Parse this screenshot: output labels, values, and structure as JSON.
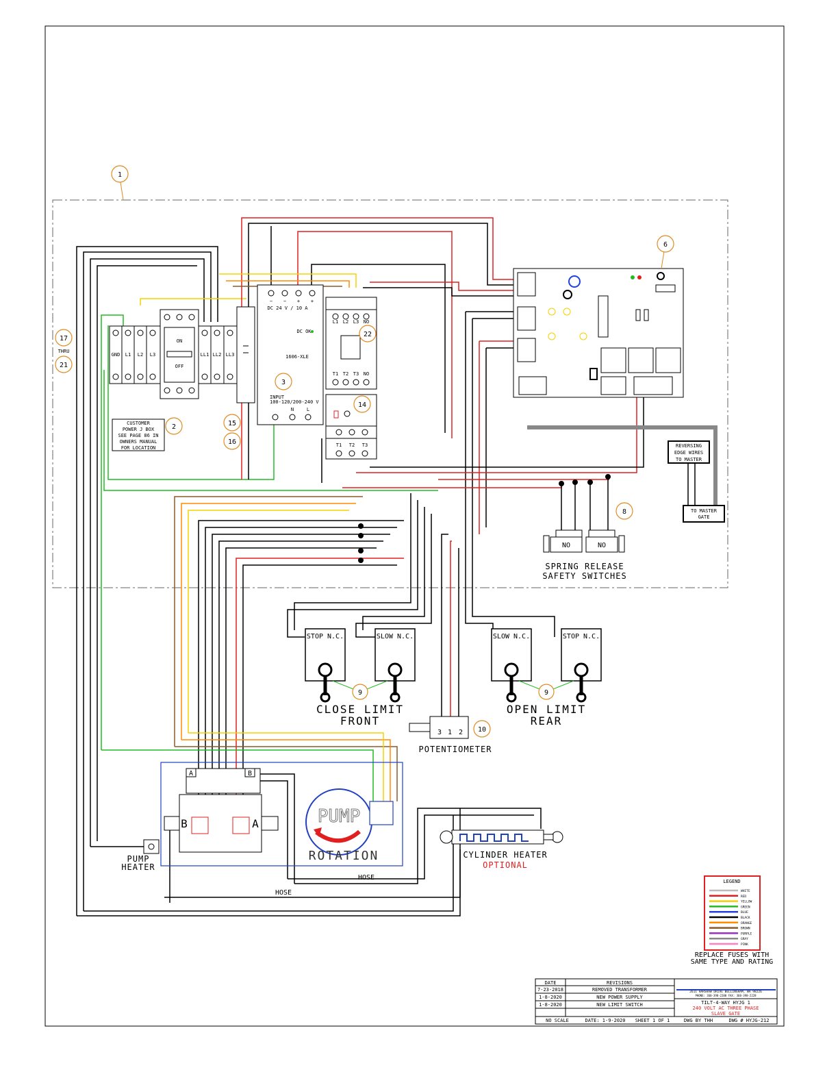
{
  "callouts": {
    "c1": "1",
    "c2": "2",
    "c3": "3",
    "c6": "6",
    "c8": "8",
    "c9a": "9",
    "c9b": "9",
    "c10": "10",
    "c14": "14",
    "c15": "15",
    "c16": "16",
    "c17": "17",
    "c21": "21",
    "c22": "22",
    "thru": "THRU"
  },
  "terminals": {
    "gnd": "GND",
    "l1": "L1",
    "l2": "L2",
    "l3": "L3",
    "ll1": "LL1",
    "ll2": "LL2",
    "ll3": "LL3"
  },
  "disconnect": {
    "on": "ON",
    "off": "OFF"
  },
  "power_supply": {
    "model": "1606-XLE",
    "output": "DC 24 V / 10 A",
    "input": "INPUT",
    "input_range": "100-120/200-240 V",
    "dc_ok": "DC OK",
    "term_minus": "−",
    "term_plus": "+",
    "term_n": "N",
    "term_l": "L"
  },
  "customer_box": {
    "line1": "CUSTOMER",
    "line2": "POWER J BOX",
    "line3": "SEE PAGE 86 IN",
    "line4": "OWNERS MANUAL",
    "line5": "FOR LOCATION"
  },
  "contactor": {
    "top": [
      "L1",
      "L2",
      "L3",
      "NO"
    ],
    "bottom": [
      "T1",
      "T2",
      "T3",
      "NO"
    ],
    "overload_bottom": [
      "T1",
      "T2",
      "T3"
    ]
  },
  "reversing_edge": {
    "line1": "REVERSING",
    "line2": "EDGE WIRES",
    "line3": "TO MASTER"
  },
  "to_master": {
    "line1": "TO MASTER",
    "line2": "GATE"
  },
  "safety": {
    "no1": "NO",
    "no2": "NO",
    "line1": "SPRING RELEASE",
    "line2": "SAFETY SWITCHES"
  },
  "limits": {
    "stop_front": "STOP N.C.",
    "slow_front": "SLOW N.C.",
    "slow_rear": "SLOW N.C.",
    "stop_rear": "STOP N.C.",
    "close_line1": "CLOSE LIMIT",
    "close_line2": "FRONT",
    "open_line1": "OPEN LIMIT",
    "open_line2": "REAR"
  },
  "potentiometer": {
    "label": "POTENTIOMETER",
    "p3": "3",
    "p1": "1",
    "p2": "2"
  },
  "pump": {
    "word": "PUMP",
    "rotation": "ROTATION",
    "port_a_top": "A",
    "port_b_top": "B",
    "port_b": "B",
    "port_a": "A",
    "heater_line1": "PUMP",
    "heater_line2": "HEATER"
  },
  "hoses": {
    "hose1": "HOSE",
    "hose2": "HOSE"
  },
  "cylinder": {
    "line1": "CYLINDER HEATER",
    "line2": "OPTIONAL"
  },
  "legend": {
    "title": "LEGEND",
    "items": [
      {
        "name": "WHITE",
        "color": "#bbbbbb"
      },
      {
        "name": "RED",
        "color": "#e02020"
      },
      {
        "name": "YELLOW",
        "color": "#f5d000"
      },
      {
        "name": "GREEN",
        "color": "#22bb22"
      },
      {
        "name": "BLUE",
        "color": "#2040e0"
      },
      {
        "name": "BLACK",
        "color": "#000000"
      },
      {
        "name": "ORANGE",
        "color": "#ff8c00"
      },
      {
        "name": "BROWN",
        "color": "#8b5a2b"
      },
      {
        "name": "PURPLE",
        "color": "#9b30c0"
      },
      {
        "name": "GRAY",
        "color": "#888888"
      },
      {
        "name": "PINK",
        "color": "#ff80c0"
      }
    ],
    "note1": "REPLACE FUSES WITH",
    "note2": "SAME TYPE AND RATING"
  },
  "title_block": {
    "col_date": "DATE",
    "col_rev": "REVISIONS",
    "revisions": [
      {
        "date": "7-23-2018",
        "text": "REMOVED TRANSFORMER"
      },
      {
        "date": "1-8-2020",
        "text": "NEW POWER SUPPLY"
      },
      {
        "date": "1-8-2020",
        "text": "NEW LIMIT SWITCH"
      }
    ],
    "company": "2611 HARSHAW DRIVE BELLINGHAM, WA 98226",
    "phone": "PHONE: 360-398-2200 FAX: 360-398-2228",
    "title1": "TILT-4-WAY HYJG 1",
    "title2": "240 VOLT AC THREE PHASE",
    "title3": "SLAVE GATE",
    "scale": "NO SCALE",
    "date": "DATE: 1-9-2020",
    "sheet": "SHEET 1 OF 1",
    "drawn": "DWG BY THH",
    "dwg": "DWG # HYJG-212"
  },
  "colors": {
    "red": "#e02020",
    "yellow": "#f5d000",
    "green": "#22bb22",
    "blue": "#2040c0",
    "orange": "#ff8c00",
    "brown": "#8b5a2b",
    "black": "#000000",
    "gray": "#888888"
  }
}
